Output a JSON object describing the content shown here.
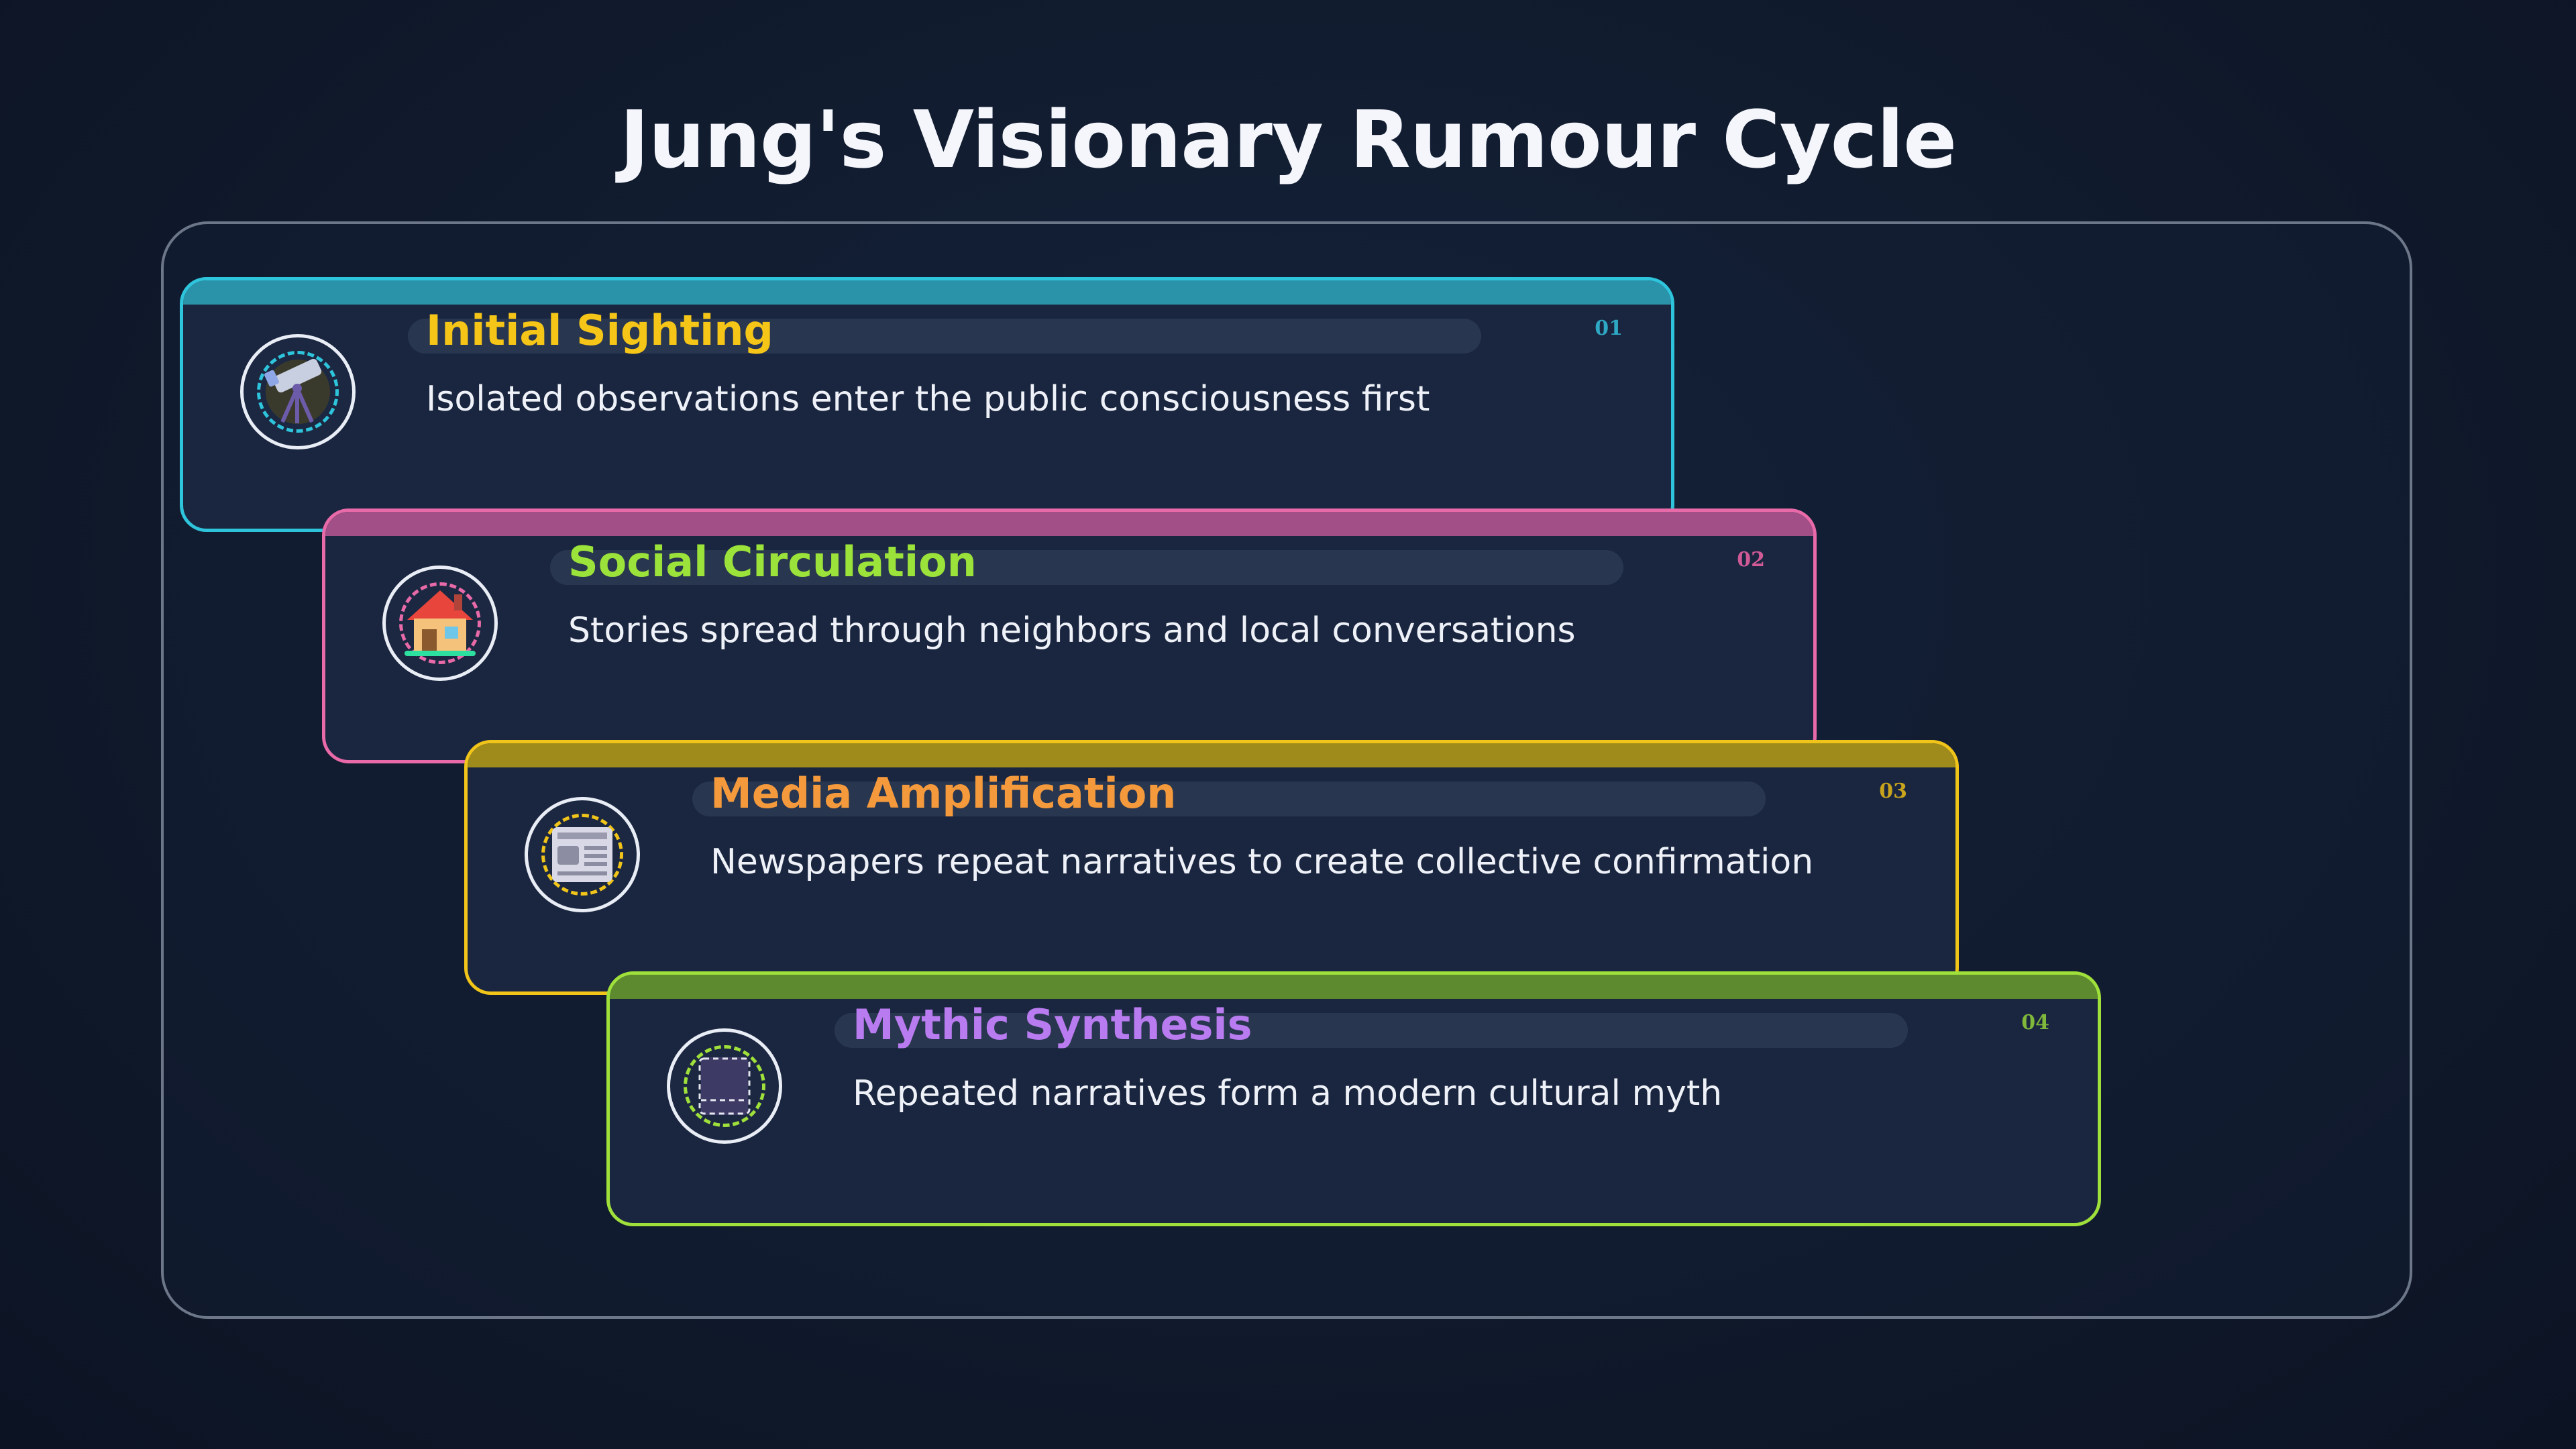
{
  "title": "Jung's Visionary Rumour Cycle",
  "stages": [
    {
      "number": "01",
      "heading": "Initial Sighting",
      "description": "Isolated observations enter the public consciousness first",
      "icon": "telescope-icon",
      "border_color": "#2ec5dc",
      "heading_color": "#f5c518"
    },
    {
      "number": "02",
      "heading": "Social Circulation",
      "description": "Stories spread through neighbors and local conversations",
      "icon": "house-icon",
      "border_color": "#e86aa8",
      "heading_color": "#9be23a"
    },
    {
      "number": "03",
      "heading": "Media Amplification",
      "description": "Newspapers repeat narratives to create collective confirmation",
      "icon": "newspaper-icon",
      "border_color": "#f0c419",
      "heading_color": "#f59a3c"
    },
    {
      "number": "04",
      "heading": "Mythic Synthesis",
      "description": "Repeated narratives form a modern cultural myth",
      "icon": "myth-scroll-icon",
      "border_color": "#9fe03a",
      "heading_color": "#b97cf0"
    }
  ]
}
